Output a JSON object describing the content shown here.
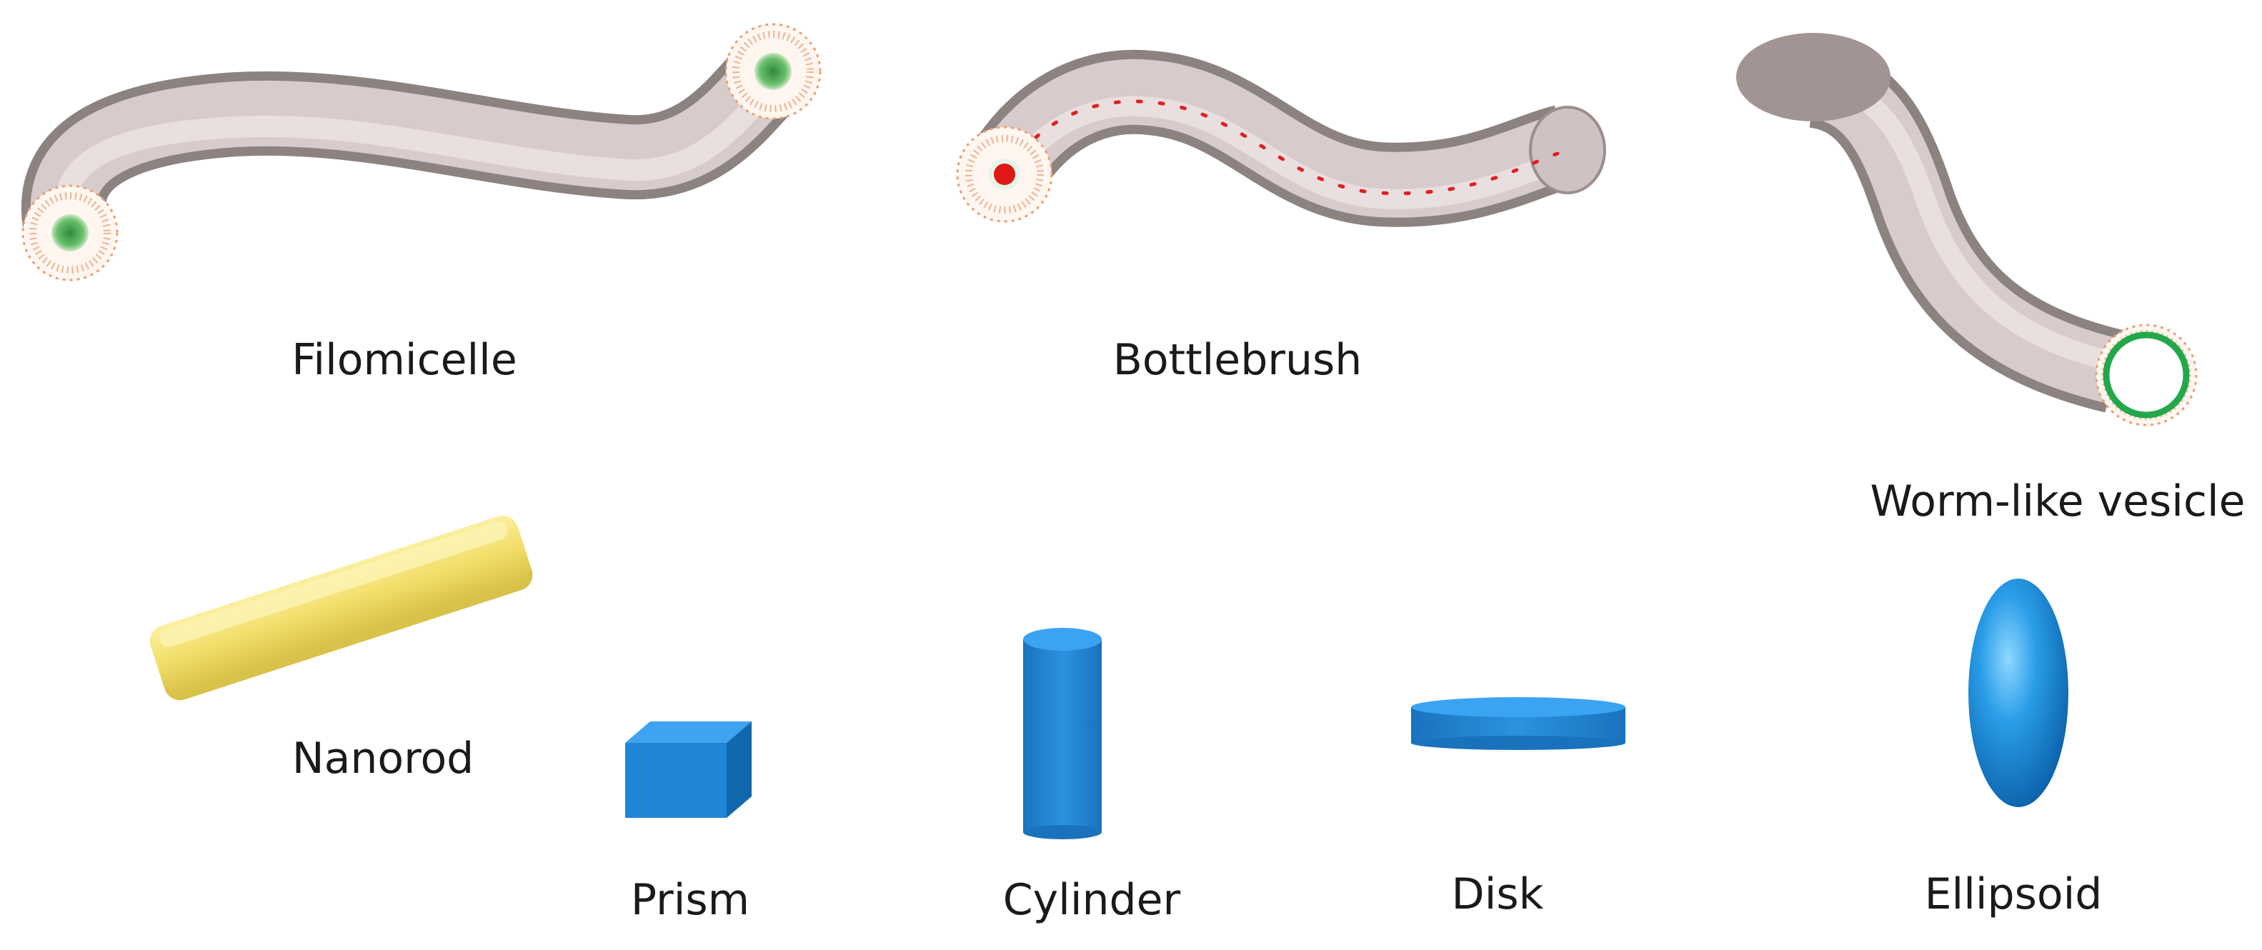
{
  "shapes": [
    {
      "key": "filomicelle",
      "label": "Filomicelle"
    },
    {
      "key": "bottlebrush",
      "label": "Bottlebrush"
    },
    {
      "key": "worm_vesicle",
      "label": "Worm-like vesicle"
    },
    {
      "key": "nanorod",
      "label": "Nanorod"
    },
    {
      "key": "prism",
      "label": "Prism"
    },
    {
      "key": "cylinder",
      "label": "Cylinder"
    },
    {
      "key": "disk",
      "label": "Disk"
    },
    {
      "key": "ellipsoid",
      "label": "Ellipsoid"
    }
  ],
  "colors": {
    "tube": "#cdbcbc",
    "micelle_core": "#3a9a4a",
    "micelle_corona": "#e08a4a",
    "bottlebrush_backbone": "#e02020",
    "vesicle_membrane": "#22a84a",
    "nanorod": "#f2de6a",
    "blue_solid": "#1f86d6"
  }
}
